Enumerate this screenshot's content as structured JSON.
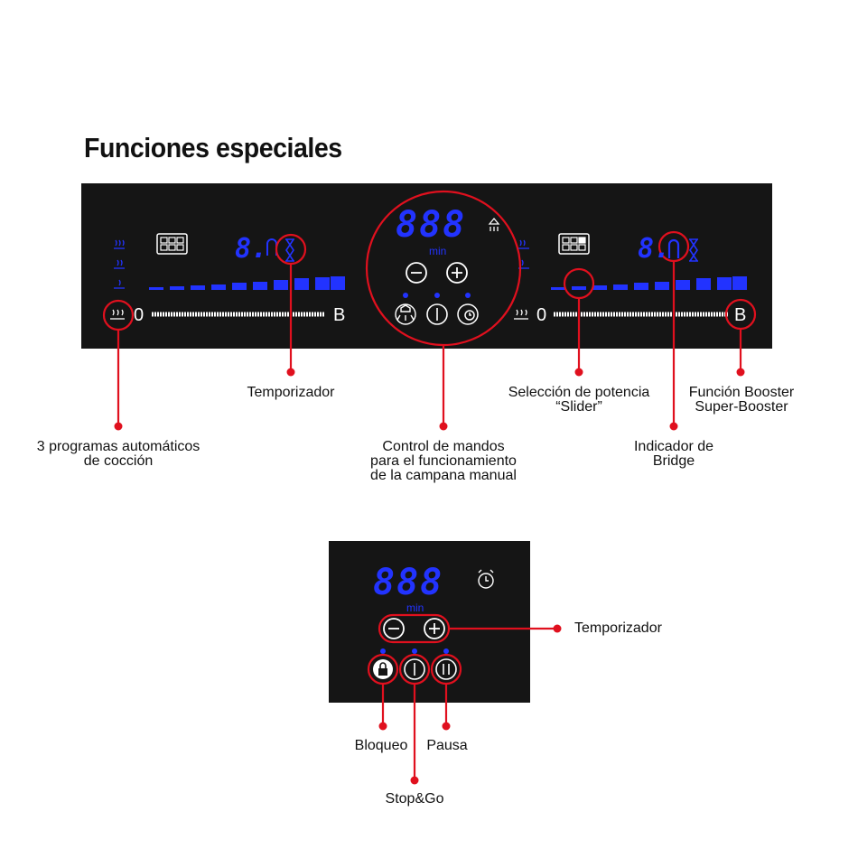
{
  "title": "Funciones especiales",
  "top_panel": {
    "left_zone": {
      "digit": "8.",
      "scale_start": "0",
      "scale_end": "B"
    },
    "center": {
      "display": "888",
      "unit": "min"
    },
    "right_zone": {
      "digit": "8.",
      "scale_start": "0",
      "scale_end": "B"
    }
  },
  "callouts_top": {
    "programs": [
      "3 programas automáticos",
      "de cocción"
    ],
    "timer": "Temporizador",
    "hood_control": [
      "Control de mandos",
      "para el funcionamiento",
      "de la campana manual"
    ],
    "slider": [
      "Selección de potencia",
      "“Slider”"
    ],
    "bridge": [
      "Indicador de",
      "Bridge"
    ],
    "booster": [
      "Función Booster",
      "Super-Booster"
    ]
  },
  "bottom_panel": {
    "display": "888",
    "unit": "min"
  },
  "callouts_bottom": {
    "timer": "Temporizador",
    "lock": "Bloqueo",
    "pause": "Pausa",
    "stopgo": "Stop&Go"
  },
  "colors": {
    "accent_red": "#e0101e",
    "display_blue": "#2233ff",
    "panel": "#151515"
  }
}
